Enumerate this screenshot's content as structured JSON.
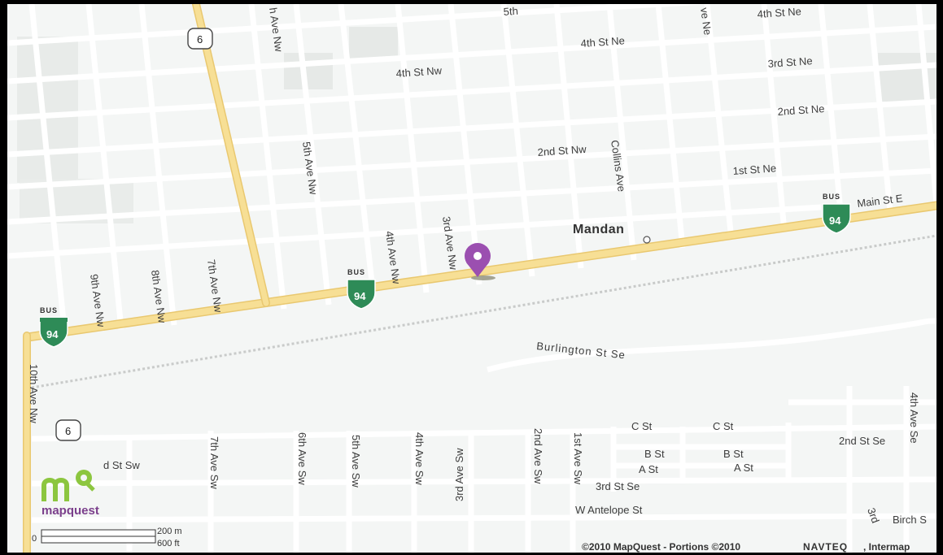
{
  "map": {
    "city": "Mandan",
    "streets": {
      "fourth_st_nw": "4th St Nw",
      "fourth_st_ne": "4th St Ne",
      "fourth_st_ne_top": "4th St Ne",
      "third_st_ne": "3rd St Ne",
      "second_st_ne": "2nd St Ne",
      "second_st_nw": "2nd St Nw",
      "first_st_ne": "1st St Ne",
      "main_st_e": "Main St E",
      "collins_ave": "Collins Ave",
      "fifth_ave_nw": "5th Ave Nw",
      "fourth_ave_nw": "4th Ave Nw",
      "third_ave_nw": "3rd Ave Nw",
      "seventh_ave_nw": "7th Ave Nw",
      "eighth_ave_nw": "8th Ave Nw",
      "ninth_ave_nw": "9th Ave Nw",
      "tenth_ave_nw": "10th Ave Nw",
      "top_ave_nw": "h Ave Nw",
      "top_ave_ne": "ve Ne",
      "burlington_st_se": "Burlington St Se",
      "c_st_1": "C St",
      "c_st_2": "C St",
      "b_st_1": "B St",
      "b_st_2": "B St",
      "a_st_1": "A St",
      "a_st_2": "A St",
      "third_st_se": "3rd St Se",
      "second_st_se": "2nd St Se",
      "fourth_ave_se": "4th Ave Se",
      "w_antelope_st": "W Antelope St",
      "birch_s": "Birch S",
      "third_st_sw": "d St Sw",
      "seventh_ave_sw": "7th Ave Sw",
      "sixth_ave_sw": "6th Ave Sw",
      "fifth_ave_sw": "5th Ave Sw",
      "fourth_ave_sw": "4th Ave Sw",
      "third_ave_sw": "3rd Ave Sw",
      "second_ave_sw": "2nd Ave Sw",
      "first_ave_sw": "1st Ave Sw",
      "third_bottom": "3rd",
      "top_partial": "5th"
    },
    "shields": {
      "bus_label": "BUS",
      "interstate": "94",
      "us_route": "6"
    },
    "marker_icon": "location-pin-icon",
    "logo": "mapquest",
    "scale": {
      "zero": "0",
      "meters": "200 m",
      "feet": "600 ft"
    },
    "copyright": {
      "mapquest": "©2010 MapQuest  -  Portions ©2010",
      "navteq": "NAVTEQ",
      "intermap": ", Intermap"
    },
    "colors": {
      "background": "#f4f6f5",
      "street": "#ffffff",
      "highway": "#f7df95",
      "interstate_shield": "#2e8b57",
      "marker": "#9b4fb0",
      "logo_green": "#8cc63f",
      "logo_purple": "#7b3f8c"
    }
  }
}
